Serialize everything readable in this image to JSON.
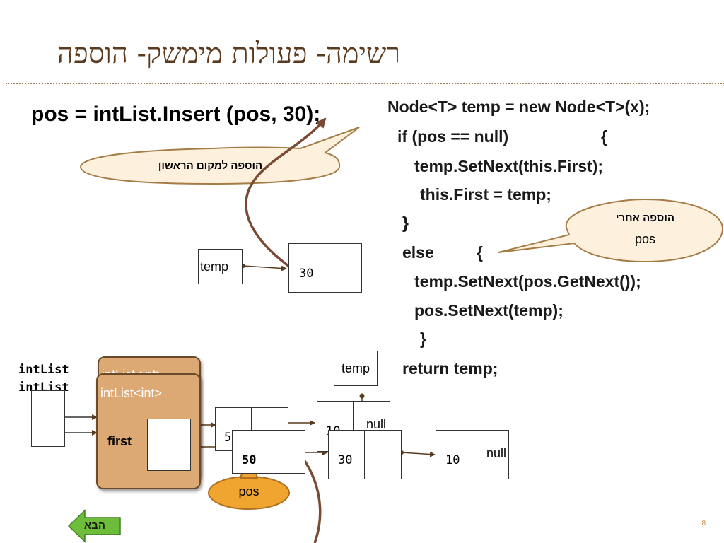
{
  "title": "רשימה- פעולות מימשק- הוספה",
  "statement": "pos = intList.Insert (pos, 30);",
  "code_lines": [
    "Node<T> temp = new Node<T>(x);",
    "if (pos == null)",
    "{",
    "temp.SetNext(this.First);",
    "this.First = temp;",
    "}",
    "else",
    "{",
    "temp.SetNext(pos.GetNext());",
    "pos.SetNext(temp);",
    "}",
    "return temp;"
  ],
  "callouts": {
    "insert_first": "הוספה למקום הראשון",
    "insert_after_line1": "הוספה אחרי",
    "insert_after_line2": "pos"
  },
  "diagram": {
    "temp_top": "temp",
    "node_30_top": "30",
    "var_intlist_1": "intList",
    "var_intlist_2": "intList",
    "card_back_text": "intList<int>",
    "card_front_title": "intList<int>",
    "card_first_label": "first",
    "node_50_back": "50",
    "node_50_front": "50",
    "temp_mid": "temp",
    "node_10_back": "10",
    "null_back": "null",
    "node_30_mid": "30",
    "node_10_end": "10",
    "null_end": "null",
    "pos_label": "pos"
  },
  "nav": {
    "next_label": "הבא"
  },
  "page_number": "8",
  "colors": {
    "title": "#5b3a1e",
    "callout_fill": "#fdf0dc",
    "callout_stroke": "#a67c46",
    "card_fill": "#dca874",
    "arrow": "#6b4a2c",
    "pos_fill": "#f0a530",
    "curve": "#7b4a34",
    "next_button": "#6dbd3a"
  }
}
